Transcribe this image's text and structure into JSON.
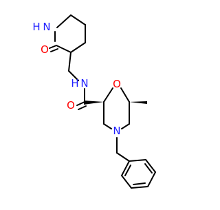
{
  "molecule": {
    "atom_labels": {
      "ring_nh": "N",
      "ring_nh_h": "H",
      "lactam_o": "O",
      "amide_nh": "N",
      "amide_nh_h": "H",
      "amide_o": "O",
      "morpholine_o": "O",
      "morpholine_n": "N"
    }
  },
  "colors": {
    "bond": "#000000",
    "nitrogen": "#2020ff",
    "oxygen": "#ff0000",
    "background": "#ffffff"
  }
}
